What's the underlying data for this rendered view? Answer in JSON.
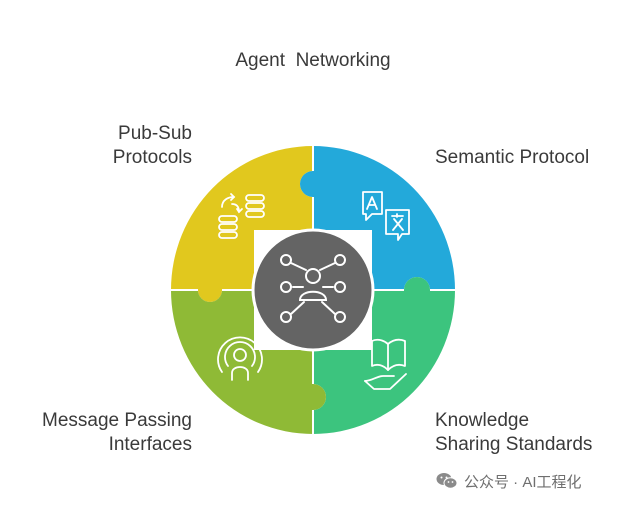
{
  "title": "Agent  Networking",
  "center": {
    "icon": "agent-network-icon",
    "color": "#646464"
  },
  "segments": [
    {
      "position": "top-left",
      "lines": [
        "Pub-Sub",
        "Protocols"
      ],
      "color": "#e1c81e",
      "icon": "database-sync-icon"
    },
    {
      "position": "top-right",
      "lines": [
        "Semantic Protocol"
      ],
      "color": "#23a9da",
      "icon": "translate-icon"
    },
    {
      "position": "bottom-left",
      "lines": [
        "Message Passing",
        "Interfaces"
      ],
      "color": "#8fba36",
      "icon": "broadcast-person-icon"
    },
    {
      "position": "bottom-right",
      "lines": [
        "Knowledge",
        "Sharing Standards"
      ],
      "color": "#3cc47e",
      "icon": "book-hand-icon"
    }
  ],
  "watermark": {
    "text": "公众号 · AI工程化",
    "icon": "wechat-icon"
  }
}
